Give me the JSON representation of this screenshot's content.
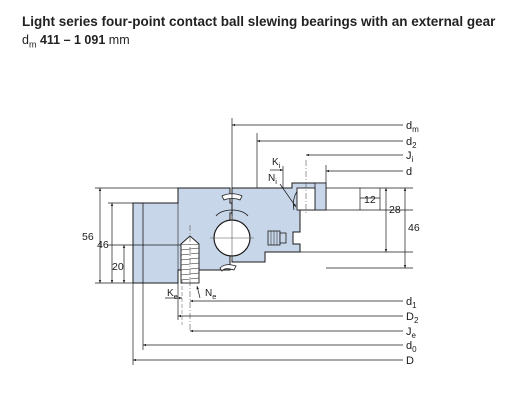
{
  "header": {
    "title": "Light series four-point contact ball slewing bearings with an external gear",
    "symbol": "d",
    "symbol_sub": "m",
    "range": "411 – 1 091",
    "unit": "mm"
  },
  "drawing": {
    "colors": {
      "fill": "#c8d6ea",
      "line": "#1a1a1a",
      "center": "#555555"
    },
    "right_labels": {
      "dm": {
        "main": "d",
        "sub": "m"
      },
      "d2": {
        "main": "d",
        "sub": "2"
      },
      "Ji": {
        "main": "J",
        "sub": "i"
      },
      "d": {
        "main": "d",
        "sub": ""
      },
      "d1": {
        "main": "d",
        "sub": "1"
      },
      "D2": {
        "main": "D",
        "sub": "2"
      },
      "Je": {
        "main": "J",
        "sub": "e"
      },
      "d0": {
        "main": "d",
        "sub": "0"
      },
      "D": {
        "main": "D",
        "sub": ""
      }
    },
    "inner_labels": {
      "Ki": {
        "main": "K",
        "sub": "i"
      },
      "Ni": {
        "main": "N",
        "sub": "i"
      },
      "Ke": {
        "main": "K",
        "sub": "e"
      },
      "Ne": {
        "main": "N",
        "sub": "e"
      }
    },
    "dimensions": {
      "d12": "12",
      "d28": "28",
      "d46_right": "46",
      "d56": "56",
      "d46_left": "46",
      "d20": "20"
    }
  }
}
